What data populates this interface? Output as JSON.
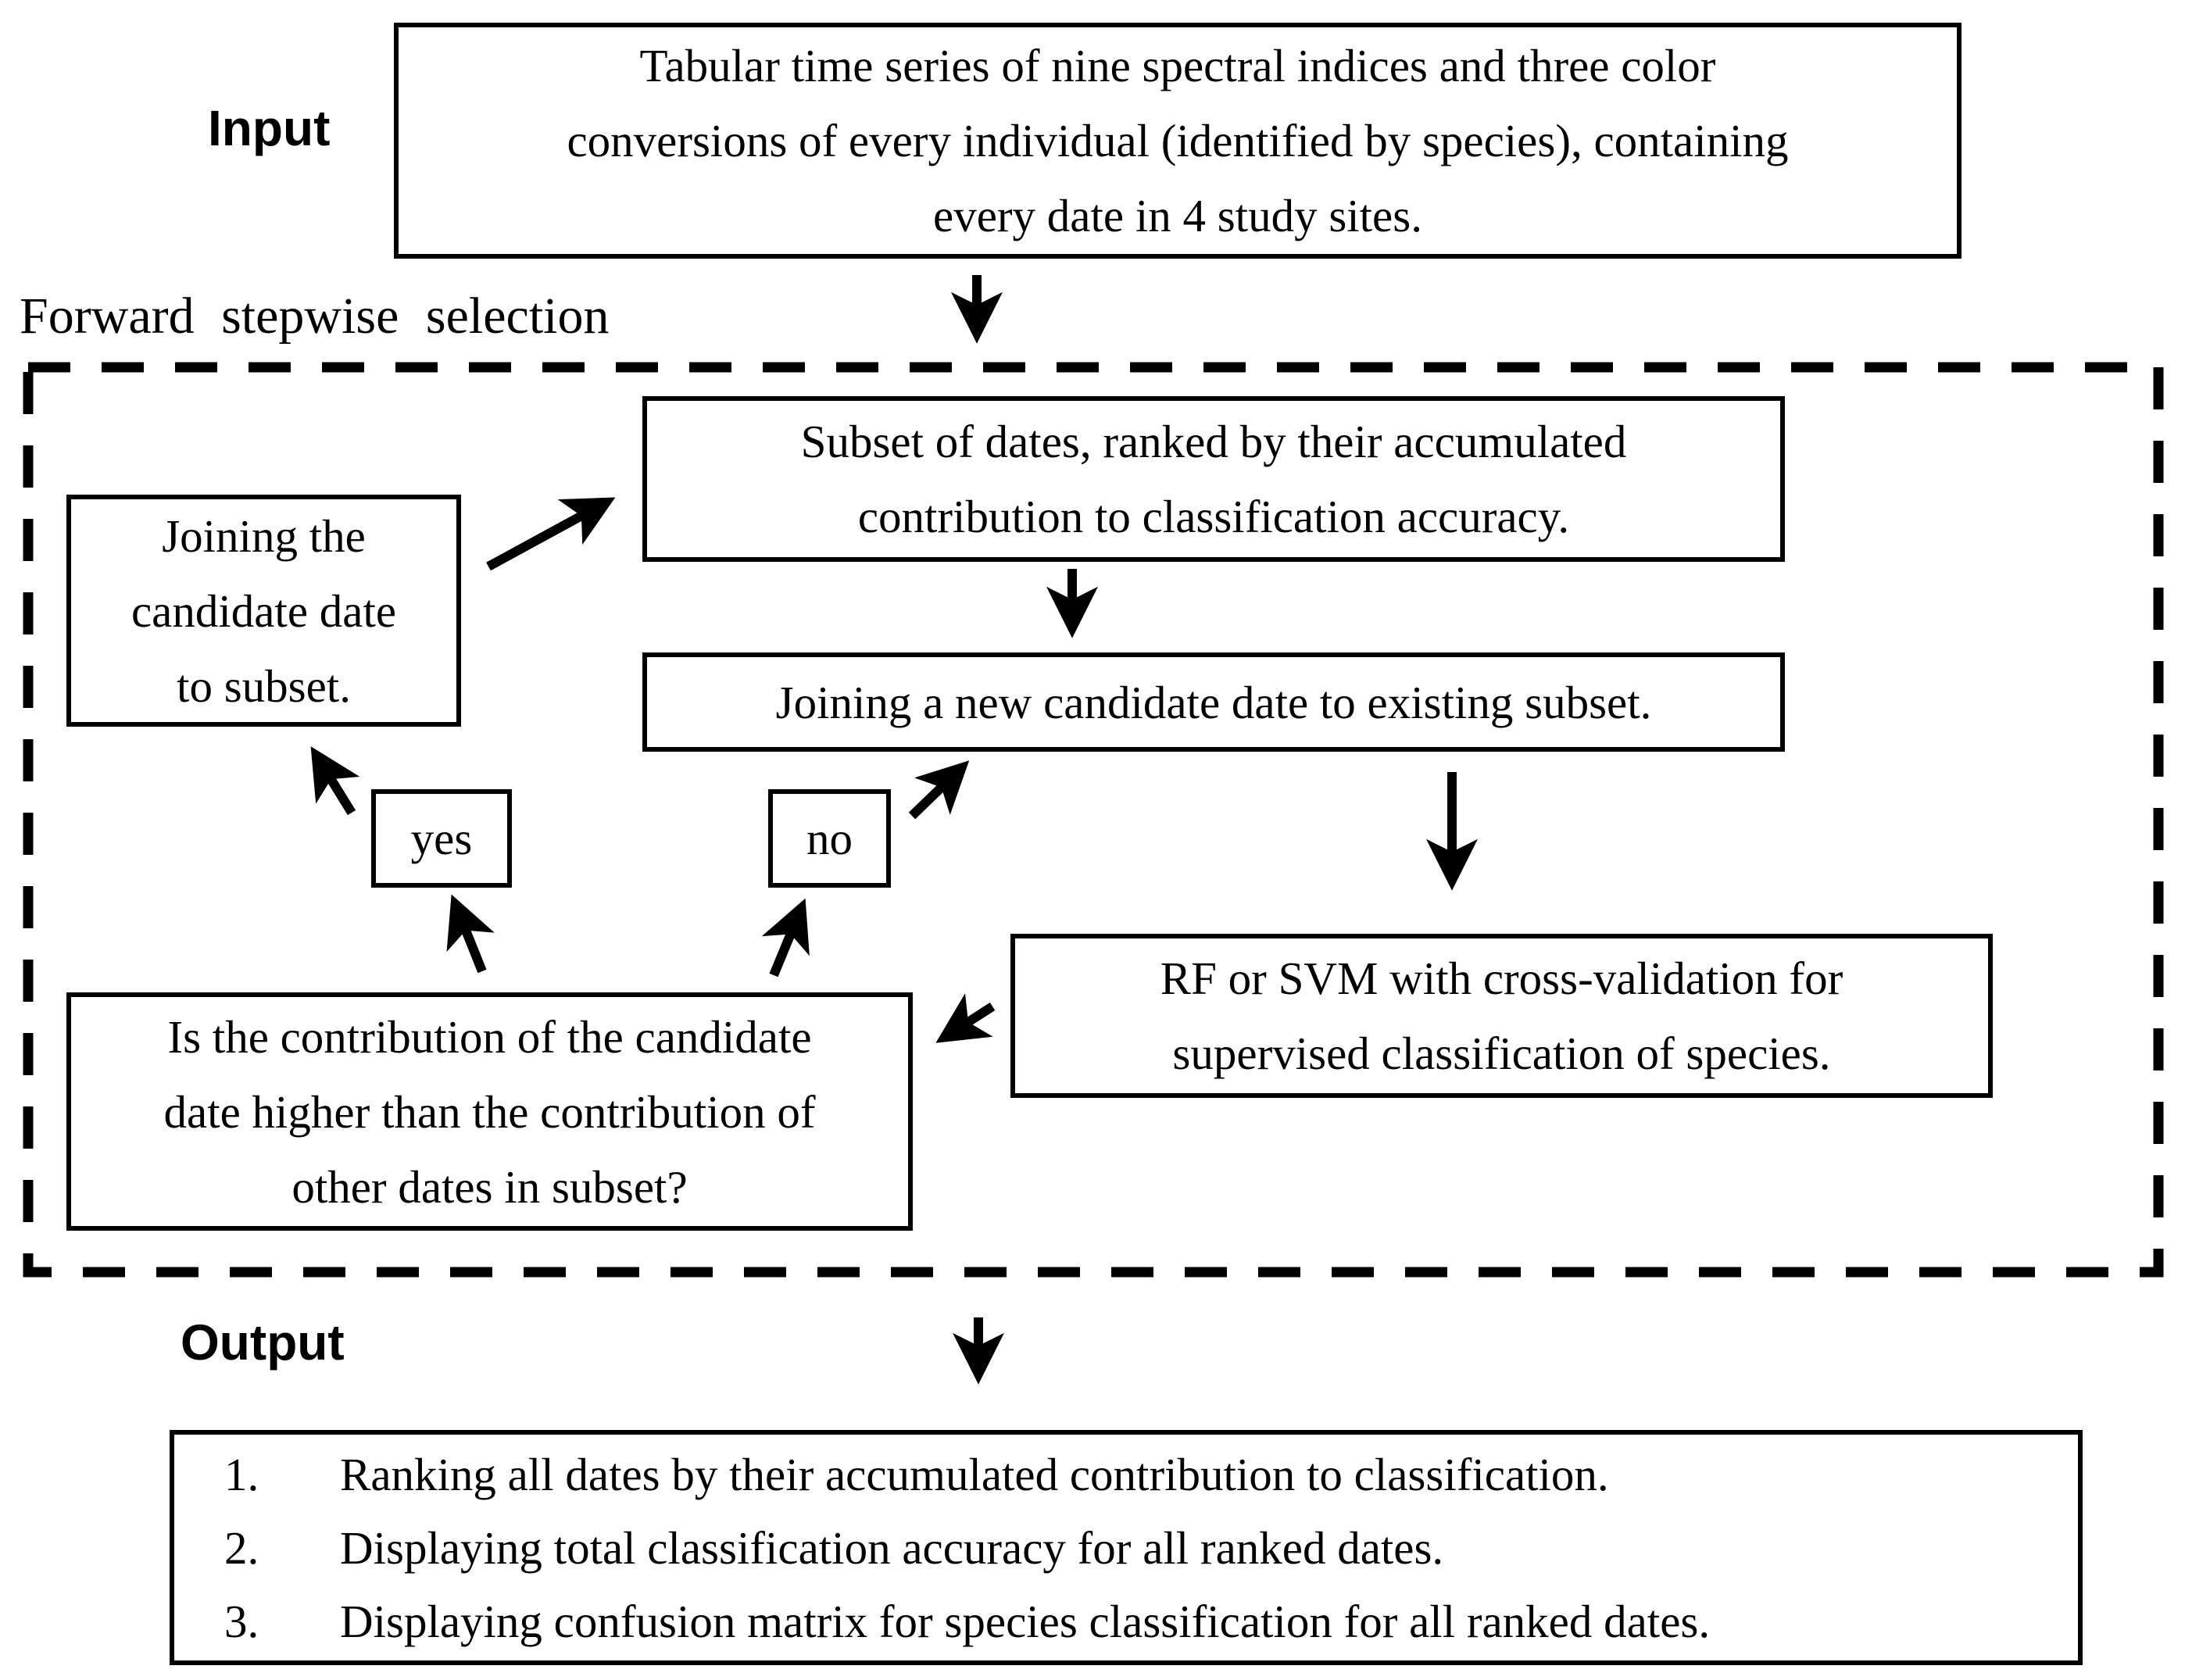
{
  "labels": {
    "input": "Input",
    "output": "Output",
    "loop": "Forward stepwise selection"
  },
  "nodes": {
    "input_box": {
      "lines": [
        "Tabular time series of nine spectral indices and three color",
        "conversions of every individual (identified by species), containing",
        "every date in 4 study sites."
      ]
    },
    "subset_box": {
      "lines": [
        "Subset of dates, ranked by their accumulated",
        "contribution to classification accuracy."
      ]
    },
    "joining_candidate_box": {
      "lines": [
        "Joining the",
        "candidate date",
        "to subset."
      ]
    },
    "joining_new_box": {
      "lines": [
        "Joining a new candidate date to existing subset."
      ]
    },
    "rf_box": {
      "lines": [
        "RF or SVM with cross-validation for",
        "supervised classification of species."
      ]
    },
    "question_box": {
      "lines": [
        "Is the contribution of the candidate",
        "date higher than the contribution of",
        "other dates in subset?"
      ]
    },
    "yes_box": {
      "text": "yes"
    },
    "no_box": {
      "text": "no"
    }
  },
  "output_box": {
    "items": [
      {
        "marker": "1.",
        "text": "Ranking all dates by their accumulated contribution to classification."
      },
      {
        "marker": "2.",
        "text": "Displaying total classification accuracy for all ranked dates."
      },
      {
        "marker": "3.",
        "text": "Displaying confusion matrix for species classification for all ranked dates."
      }
    ]
  },
  "edges": [
    "input-box -> loop",
    "joining-candidate-box -> subset-box",
    "subset-box -> joining-new-box",
    "no-box -> joining-new-box",
    "joining-new-box -> rf-box",
    "rf-box -> question-box",
    "question-box -> yes-box",
    "question-box -> no-box",
    "yes-box -> joining-candidate-box",
    "loop -> output-box"
  ],
  "colors": {
    "ink": "#000000",
    "background": "#ffffff"
  }
}
